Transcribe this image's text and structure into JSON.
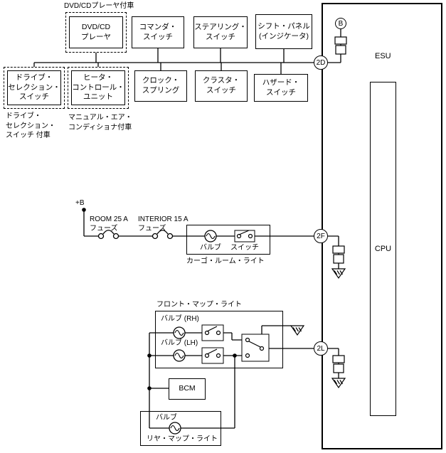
{
  "notes": {
    "dvd_car": "DVD/CDプレーヤ付車",
    "drive_selection_car": "ドライブ・\nセレクション・\nスイッチ 付車",
    "manual_ac_car": "マニュアル・エア・\nコンディショナ付車"
  },
  "boxes": {
    "dvd_player": "DVD/CD\nプレーヤ",
    "commander_switch": "コマンダ・\nスイッチ",
    "steering_switch": "ステアリング・\nスイッチ",
    "shift_panel": "シフト・パネル\n(インジケータ)",
    "drive_selection_switch": "ドライブ・\nセレクション・\nスイッチ",
    "heater_control_unit": "ヒータ・\nコントロール・\nユニット",
    "clock_spring": "クロック・\nスプリング",
    "cluster_switch": "クラスタ・\nスイッチ",
    "hazard_switch": "ハザード・\nスイッチ",
    "bcm": "BCM"
  },
  "esu": {
    "name": "ESU",
    "cpu": "CPU",
    "battery": "B"
  },
  "nodes": {
    "d": "2D",
    "f": "2F",
    "l": "2L"
  },
  "power": {
    "plus_b": "+B",
    "room_fuse": "ROOM 25 A\nフューズ",
    "interior_fuse": "INTERIOR 15 A\nフューズ"
  },
  "cargo_room_light": {
    "bulb": "バルブ",
    "switch": "スイッチ",
    "caption": "カーゴ・ルーム・ライト"
  },
  "front_map_light": {
    "caption": "フロント・マップ・ライト",
    "bulb_rh": "バルブ (RH)",
    "bulb_lh": "バルブ (LH)"
  },
  "rear_map_light": {
    "bulb": "バルブ",
    "caption": "リヤ・マップ・ライト"
  }
}
